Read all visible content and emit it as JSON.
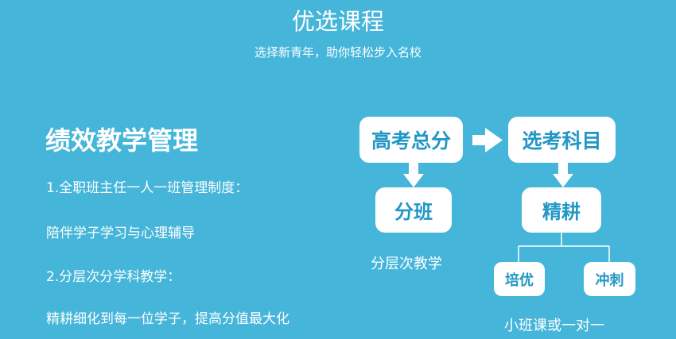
{
  "header": {
    "title": "优选课程",
    "subtitle": "选择新青年，助你轻松步入名校"
  },
  "left_panel": {
    "heading": "绩效教学管理",
    "lines": [
      "1.全职班主任一人一班管理制度：",
      "陪伴学子学习与心理辅导",
      "2.分层次分学科教学：",
      "精耕细化到每一位学子，提高分值最大化"
    ]
  },
  "diagram": {
    "nodes": {
      "total_score": "高考总分",
      "select_subject": "选考科目",
      "divide_class": "分班",
      "intensive": "精耕",
      "cultivate": "培优",
      "sprint": "冲刺"
    },
    "captions": {
      "layered": "分层次教学",
      "small_class": "小班课或一对一"
    },
    "colors": {
      "background": "#45b5d9",
      "box": "#ffffff",
      "box_text": "#2197c6",
      "arrow": "#ffffff"
    }
  }
}
